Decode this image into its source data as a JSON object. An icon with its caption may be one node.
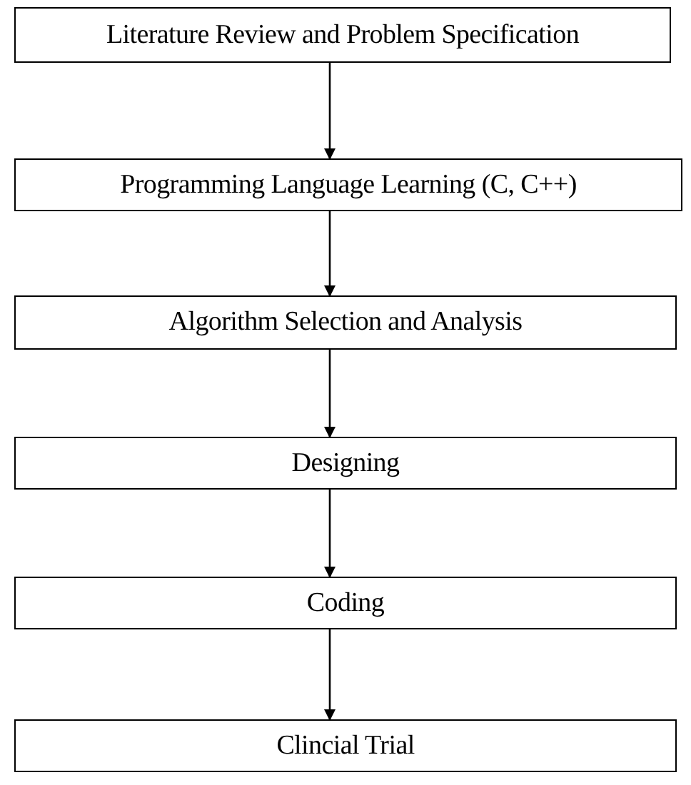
{
  "diagram": {
    "nodes": [
      {
        "text": [
          "Literature Review and Problem Specification"
        ]
      },
      {
        "text": [
          "Programming Language Learning (C, C++)"
        ]
      },
      {
        "text": [
          "Algorithm Selection and Analysis"
        ]
      },
      {
        "text": [
          "Designing"
        ]
      },
      {
        "text": [
          "Coding"
        ]
      },
      {
        "text": [
          "Clincial Trial"
        ]
      }
    ],
    "edges": [
      {
        "from": 0,
        "to": 1,
        "arrow": "to"
      },
      {
        "from": 1,
        "to": 2,
        "arrow": "to"
      },
      {
        "from": 2,
        "to": 3,
        "arrow": "to"
      },
      {
        "from": 3,
        "to": 4,
        "arrow": "to"
      },
      {
        "from": 4,
        "to": 5,
        "arrow": "to"
      }
    ]
  }
}
